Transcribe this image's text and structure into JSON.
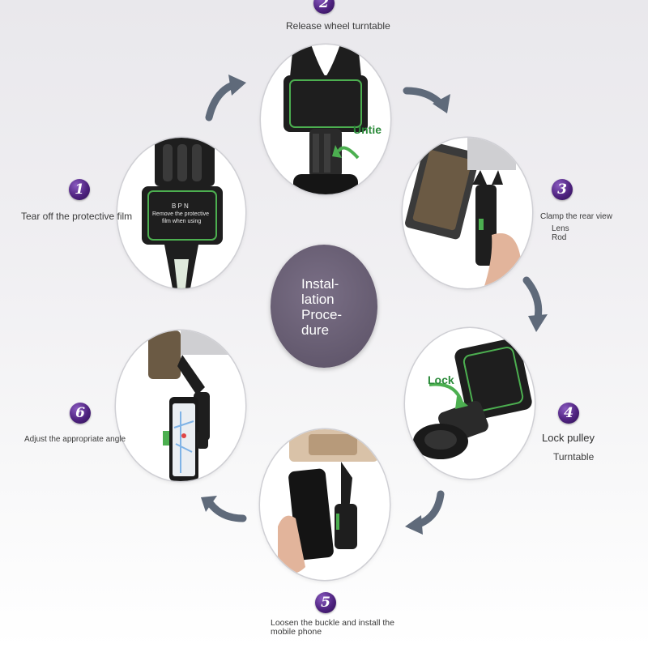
{
  "center": {
    "lines": [
      "Instal-",
      "lation",
      "Proce-",
      "dure"
    ]
  },
  "steps": [
    {
      "number": "1",
      "caption": "Tear off the protective film",
      "overlay_lines": [
        "B P N",
        "Remove the protective",
        "film when using"
      ]
    },
    {
      "number": "2",
      "caption": "Release wheel turntable",
      "action_word": "Untie"
    },
    {
      "number": "3",
      "caption": "Clamp the rear view",
      "caption_extra": [
        "Lens",
        "Rod"
      ]
    },
    {
      "number": "4",
      "caption": "Lock pulley",
      "caption_extra": [
        "Turntable"
      ],
      "action_word": "Lock"
    },
    {
      "number": "5",
      "caption": "Loosen the buckle and install the mobile phone"
    },
    {
      "number": "6",
      "caption": "Adjust the appropriate angle"
    }
  ],
  "colors": {
    "badge": "#4f2380",
    "center_circle": "#675d72",
    "arrow": "#5f6a7a",
    "accent_green": "#4caf50",
    "device": "#1e1e1e"
  },
  "icons": {
    "step_badge": "purple-number-badge-icon",
    "flow_arrow": "curved-arrow-icon"
  }
}
